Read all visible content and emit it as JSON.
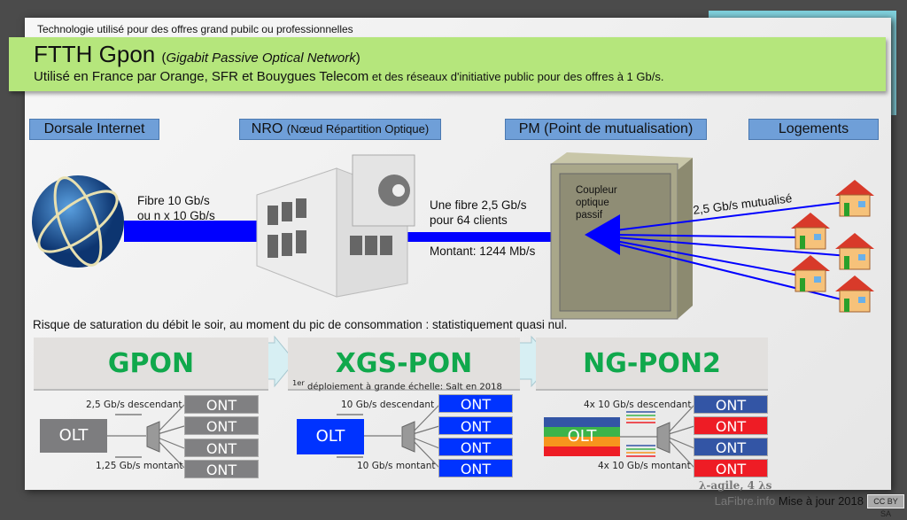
{
  "header": {
    "note": "Technologie utilisé pour des offres grand pubilc ou professionnelles",
    "title": "FTTH Gpon",
    "title_paren_open": "(",
    "title_expansion": "Gigabit Passive Optical Network",
    "title_paren_close": ")",
    "subtitle_main": "Utilisé en France par Orange, SFR et Bouygues Telecom",
    "subtitle_rest": " et des réseaux d'initiative public pour des offres à 1 Gb/s."
  },
  "sections": {
    "dorsale": "Dorsale Internet",
    "nro": "NRO",
    "nro_detail": "(Nœud Répartition Optique)",
    "pm": "PM (Point de mutualisation)",
    "logements": "Logements"
  },
  "diagram": {
    "fibre1": "Fibre 10 Gb/s",
    "fibre2": "ou n x 10 Gb/s",
    "pm1": "Une fibre 2,5 Gb/s",
    "pm2": "pour 64 clients",
    "montant": "Montant: 1244 Mb/s",
    "coupleur1": "Coupleur",
    "coupleur2": "optique",
    "coupleur3": "passif",
    "mutualise": "2,5 Gb/s mutualisé",
    "risk": "Risque de saturation du débit le soir, au moment du pic de consommation : statistiquement quasi nul."
  },
  "colors": {
    "fiber": "#0000ff",
    "green_title": "#10a84c",
    "gray_ont": "#808080",
    "blue_ont": "#0033ff",
    "ng_blue": "#3355a5",
    "ng_red": "#ee1c25"
  },
  "pon": {
    "gpon": {
      "name": "GPON",
      "down": "2,5 Gb/s descendant",
      "up": "1,25 Gb/s montant",
      "olt": "OLT",
      "ont": "ONT"
    },
    "xgs": {
      "name": "XGS-PON",
      "note_sup": "1er",
      "note": " déploiement à grande échelle: Salt en 2018",
      "down": "10 Gb/s descendant",
      "up": "10 Gb/s montant",
      "olt": "OLT",
      "ont": "ONT"
    },
    "ng": {
      "name": "NG-PON2",
      "down": "4x 10 Gb/s descendant",
      "up": "4x 10 Gb/s montant",
      "olt": "OLT",
      "ont": "ONT",
      "lambda": "λ-agile, 4 λs"
    }
  },
  "footer": {
    "site": "LaFibre.info",
    "update": "Mise à jour 2018",
    "license": "CC BY SA"
  }
}
